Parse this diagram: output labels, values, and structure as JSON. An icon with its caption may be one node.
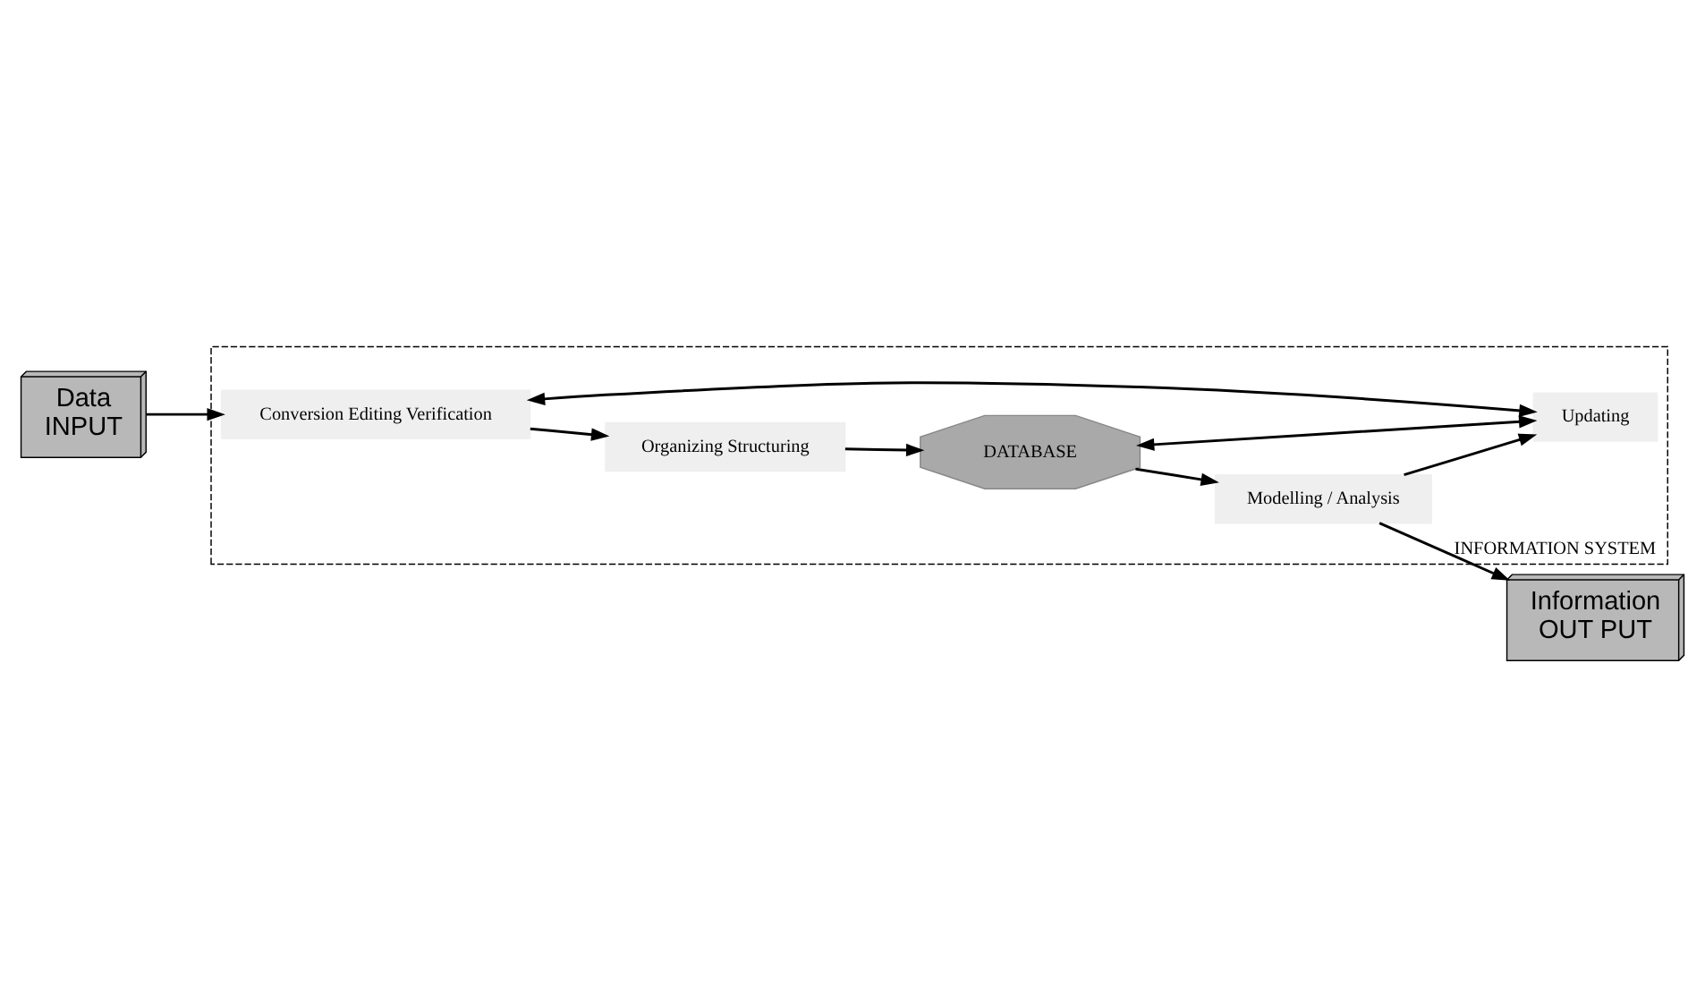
{
  "diagram": {
    "nodes": [
      {
        "text": [
          "Data",
          "INPUT"
        ]
      },
      {
        "text": [
          "INFORMATION SYSTEM"
        ]
      },
      {
        "text": [
          "Conversion Editing Verification"
        ],
        "in": 1
      },
      {
        "text": [
          "Organizing Structuring"
        ],
        "in": 1
      },
      {
        "text": [
          "Updating"
        ],
        "in": 1
      },
      {
        "text": [
          "DATABASE"
        ],
        "in": 1
      },
      {
        "text": [
          "Modelling / Analysis"
        ],
        "in": 1
      },
      {
        "text": [
          "Information",
          "OUT PUT"
        ]
      }
    ],
    "edges": [
      {
        "from": 0,
        "to": 2,
        "arrow": "to"
      },
      {
        "from": 2,
        "to": 3,
        "arrow": "to"
      },
      {
        "from": 3,
        "to": 5,
        "arrow": "to"
      },
      {
        "from": 2,
        "to": 4,
        "arrow": "both"
      },
      {
        "from": 4,
        "to": 5,
        "arrow": "both"
      },
      {
        "from": 5,
        "to": 6,
        "arrow": "to"
      },
      {
        "from": 6,
        "to": 4,
        "arrow": "to"
      },
      {
        "from": 6,
        "to": 7,
        "arrow": "to"
      }
    ]
  }
}
